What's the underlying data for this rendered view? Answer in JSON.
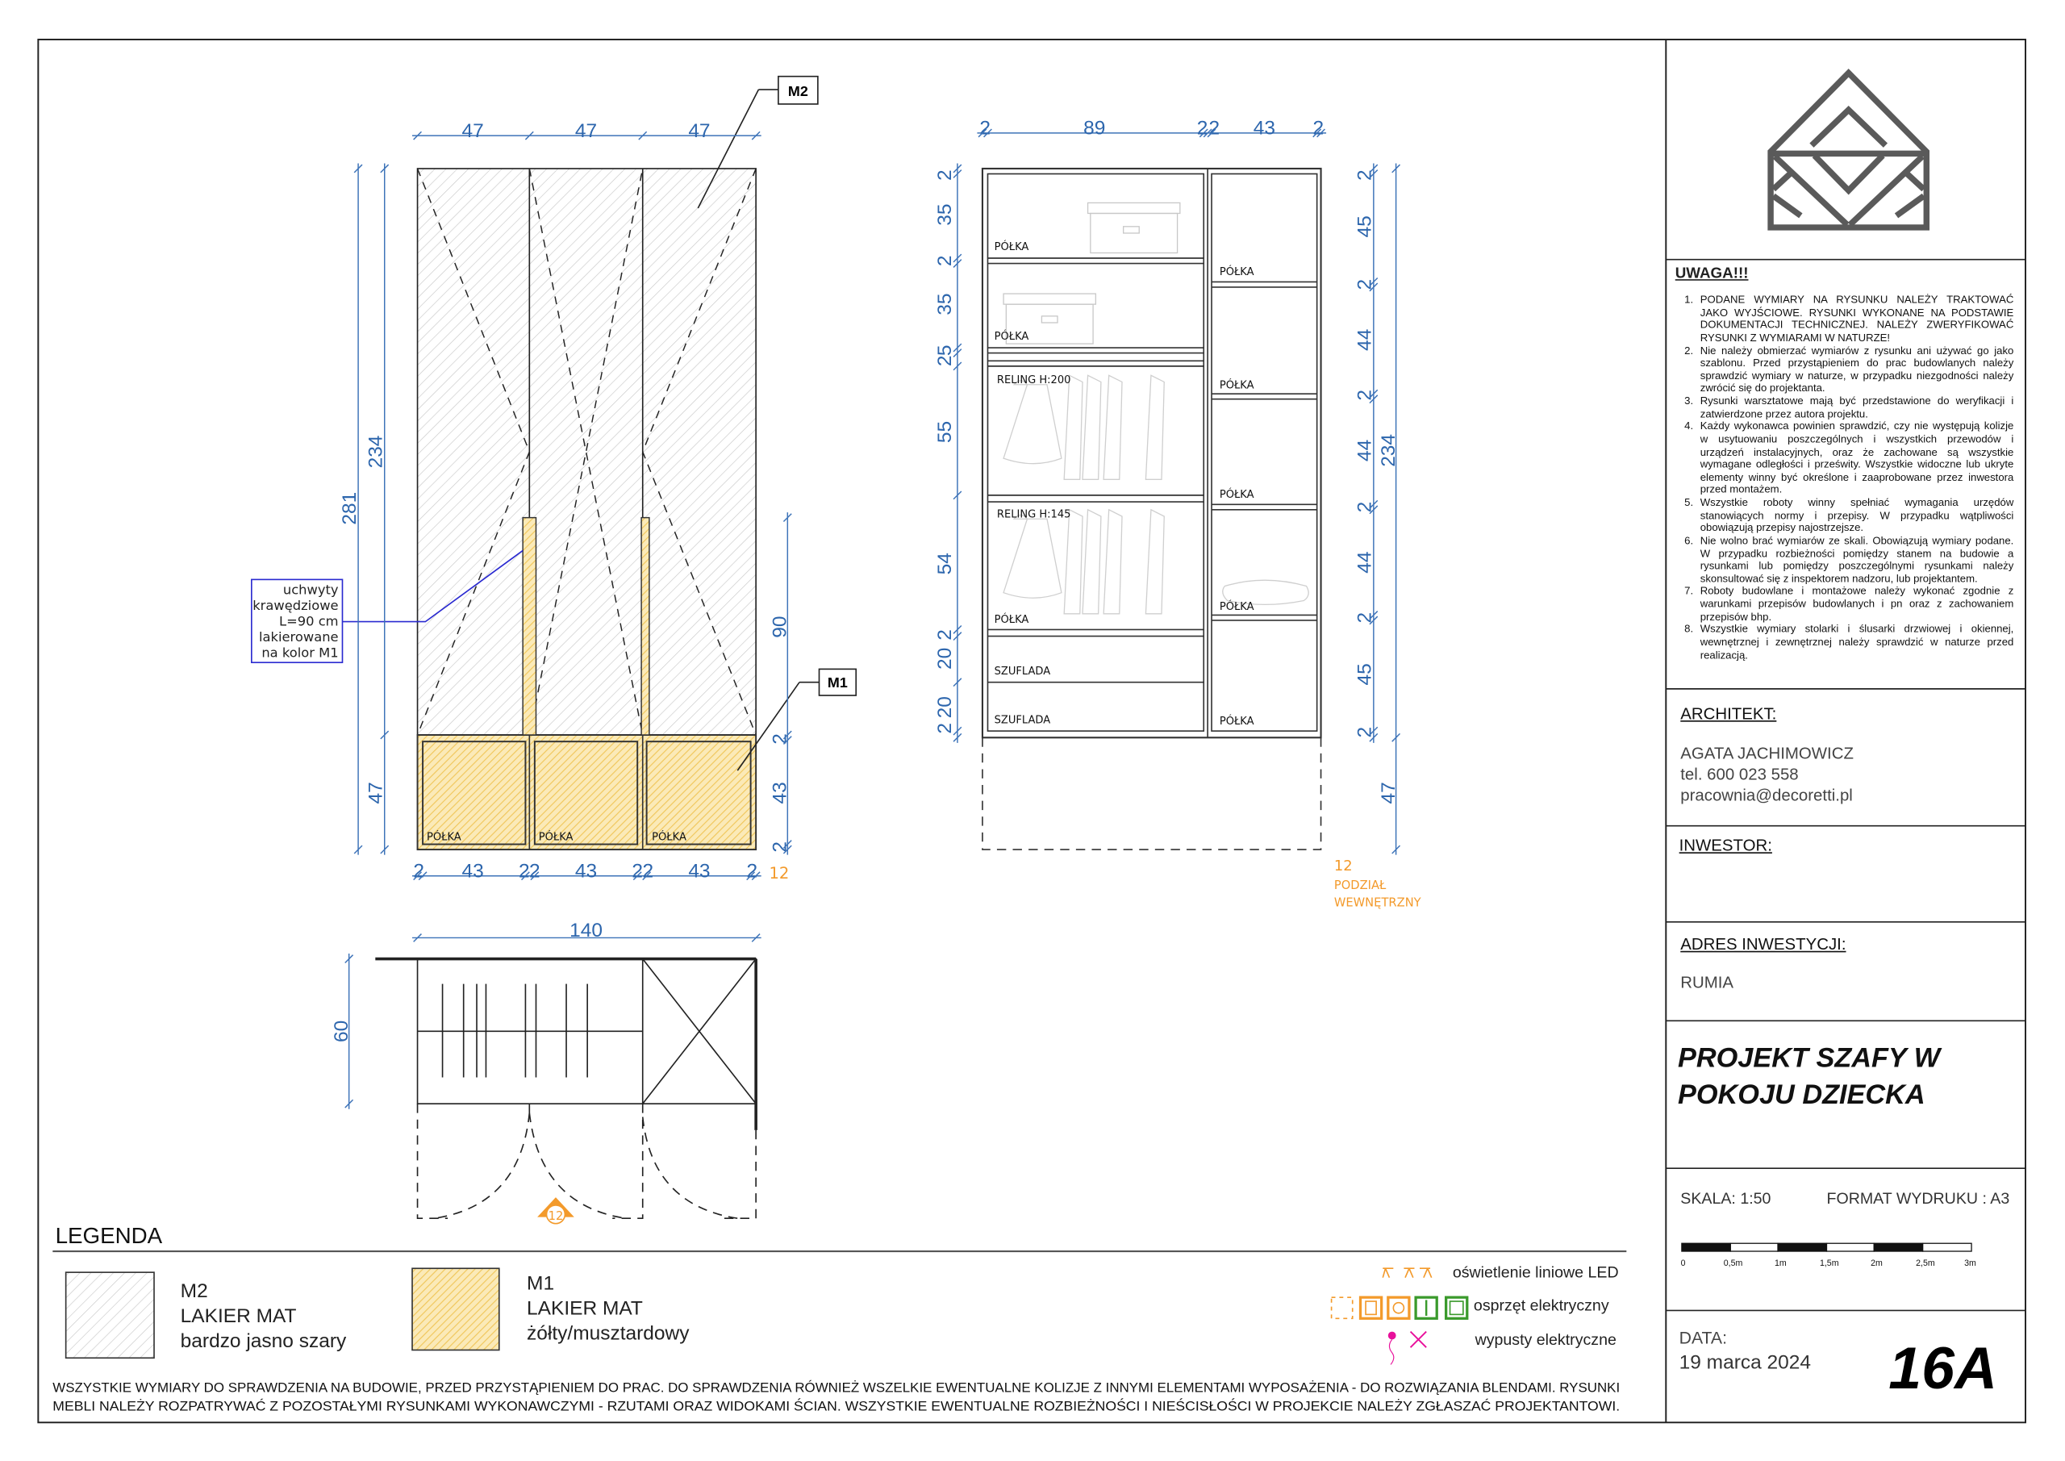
{
  "front_view": {
    "tag_m2": "M2",
    "tag_m1": "M1",
    "top_dims": [
      "47",
      "47",
      "47"
    ],
    "left_dims": {
      "total": "281",
      "upper": "234",
      "lower": "47"
    },
    "right_dims": [
      "90",
      "2",
      "43",
      "2"
    ],
    "bottom_dims": [
      "2",
      "43",
      "2",
      "2",
      "43",
      "2",
      "2",
      "43",
      "2"
    ],
    "bottom_ref": "12",
    "shelf_labels": [
      "PÓŁKA",
      "PÓŁKA",
      "PÓŁKA"
    ],
    "handle_note": [
      "uchwyty",
      "krawędziowe",
      "L=90 cm",
      "lakierowane",
      "na kolor M1"
    ]
  },
  "interior_view": {
    "top_dims": [
      "2",
      "89",
      "2",
      "2",
      "43",
      "2"
    ],
    "left_dims": [
      "2",
      "35",
      "2",
      "35",
      "5",
      "2",
      "55",
      "54",
      "2",
      "20",
      "20",
      "2"
    ],
    "right_dims": [
      "2",
      "45",
      "2",
      "44",
      "2",
      "44",
      "2",
      "44",
      "2",
      "45",
      "2"
    ],
    "total_dims": {
      "upper": "234",
      "lower": "47"
    },
    "left_labels": [
      "PÓŁKA",
      "PÓŁKA",
      "RELING H:200",
      "RELING H:145",
      "PÓŁKA",
      "SZUFLADA",
      "SZUFLADA"
    ],
    "right_labels": [
      "PÓŁKA",
      "PÓŁKA",
      "PÓŁKA",
      "PÓŁKA",
      "PÓŁKA"
    ],
    "ref_number": "12",
    "ref_text": [
      "PODZIAŁ",
      "WEWNĘTRZNY"
    ]
  },
  "plan_view": {
    "width": "140",
    "depth": "60",
    "marker": "12"
  },
  "legend": {
    "title": "LEGENDA",
    "m2": [
      "M2",
      "LAKIER MAT",
      "bardzo jasno szary"
    ],
    "m1": [
      "M1",
      "LAKIER MAT",
      "żółty/musztardowy"
    ],
    "symbols": [
      "oświetlenie liniowe LED",
      "osprzęt elektryczny",
      "wypusty elektryczne"
    ]
  },
  "footer": [
    "WSZYSTKIE WYMIARY DO SPRAWDZENIA NA BUDOWIE, PRZED PRZYSTĄPIENIEM DO PRAC. DO SPRAWDZENIA RÓWNIEŻ WSZELKIE EWENTUALNE KOLIZJE Z INNYMI ELEMENTAMI WYPOSAŻENIA - DO ROZWIĄZANIA BLENDAMI. RYSUNKI",
    "MEBLI NALEŻY ROZPATRYWAĆ Z POZOSTAŁYMI RYSUNKAMI WYKONAWCZYMI - RZUTAMI ORAZ WIDOKAMI ŚCIAN. WSZYSTKIE EWENTUALNE ROZBIEŻNOŚCI I NIEŚCISŁOŚCI W PROJEKCIE NALEŻY ZGŁASZAĆ PROJEKTANTOWI."
  ],
  "title_block": {
    "uwaga_title": "UWAGA!!!",
    "uwaga_items": [
      "PODANE WYMIARY NA RYSUNKU NALEŻY TRAKTOWAĆ JAKO WYJŚCIOWE. RYSUNKI WYKONANE NA PODSTAWIE DOKUMENTACJI TECHNICZNEJ. NALEŻY ZWERYFIKOWAĆ RYSUNKI Z WYMIARAMI W NATURZE!",
      "Nie należy obmierzać wymiarów z rysunku ani używać go jako szablonu. Przed przystąpieniem do prac budowlanych należy sprawdzić wymiary w naturze, w przypadku niezgodności należy zwrócić się do projektanta.",
      "Rysunki warsztatowe mają być przedstawione do weryfikacji i zatwierdzone przez autora projektu.",
      "Każdy wykonawca powinien sprawdzić, czy nie występują kolizje w usytuowaniu poszczególnych i wszystkich przewodów i urządzeń instalacyjnych, oraz że zachowane są wszystkie wymagane odległości i prześwity. Wszystkie widoczne lub ukryte elementy winny być określone i zaaprobowane przez inwestora przed montażem.",
      "Wszystkie roboty winny spełniać wymagania urzędów stanowiących normy i przepisy. W przypadku wątpliwości obowiązują przepisy najostrzejsze.",
      "Nie wolno brać wymiarów ze skali. Obowiązują wymiary podane. W przypadku rozbieżności pomiędzy stanem na budowie a rysunkami lub pomiędzy poszczególnymi rysunkami należy skonsultować się z inspektorem nadzoru, lub projektantem.",
      "Roboty budowlane i montażowe należy wykonać zgodnie z warunkami przepisów budowlanych i pn oraz z zachowaniem przepisów bhp.",
      "Wszystkie wymiary stolarki i ślusarki drzwiowej i okiennej, wewnętrznej i zewnętrznej należy sprawdzić w naturze przed realizacją."
    ],
    "architect_label": "ARCHITEKT:",
    "architect_name": "AGATA JACHIMOWICZ",
    "architect_phone": "tel. 600 023 558",
    "architect_email": "pracownia@decoretti.pl",
    "investor_label": "INWESTOR:",
    "address_label": "ADRES INWESTYCJI:",
    "address_value": "RUMIA",
    "project_title": [
      "PROJEKT SZAFY W",
      "POKOJU DZIECKA"
    ],
    "scale": "SKALA: 1:50",
    "print_format": "FORMAT WYDRUKU : A3",
    "scale_bar_labels": [
      "0",
      "0,5m",
      "1m",
      "1,5m",
      "2m",
      "2,5m",
      "3m"
    ],
    "date_label": "DATA:",
    "date_value": "19 marca 2024",
    "sheet_number": "16A"
  },
  "colors": {
    "dimension": "#3d73b8",
    "m1_yellow": "#f3d27a",
    "orange": "#f39a2b",
    "magenta": "#e8119b",
    "green": "#3a9a2c"
  }
}
